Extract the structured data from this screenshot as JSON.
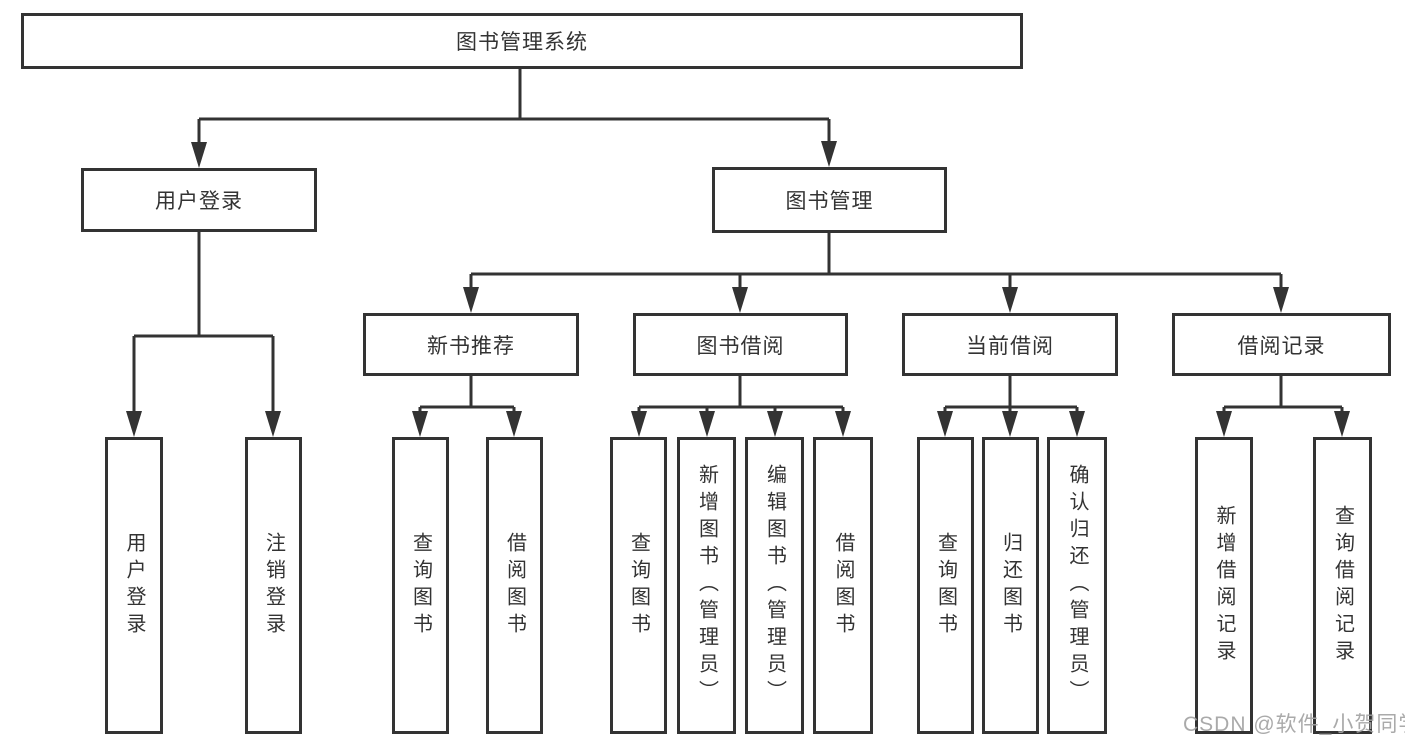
{
  "nodes": {
    "root": "图书管理系统",
    "level2": [
      "用户登录",
      "图书管理"
    ],
    "level3": [
      "新书推荐",
      "图书借阅",
      "当前借阅",
      "借阅记录"
    ],
    "level4": [
      "用户登录",
      "注销登录",
      "查询图书",
      "借阅图书",
      "查询图书",
      "新增图书（管理员）",
      "编辑图书（管理员）",
      "借阅图书",
      "查询图书",
      "归还图书",
      "确认归还（管理员）",
      "新增借阅记录",
      "查询借阅记录"
    ]
  },
  "watermark": "CSDN @软件_小贺同学",
  "colors": {
    "line": "#333333",
    "text": "#333333",
    "watermark": "#a3a3a3",
    "background": "#ffffff"
  }
}
